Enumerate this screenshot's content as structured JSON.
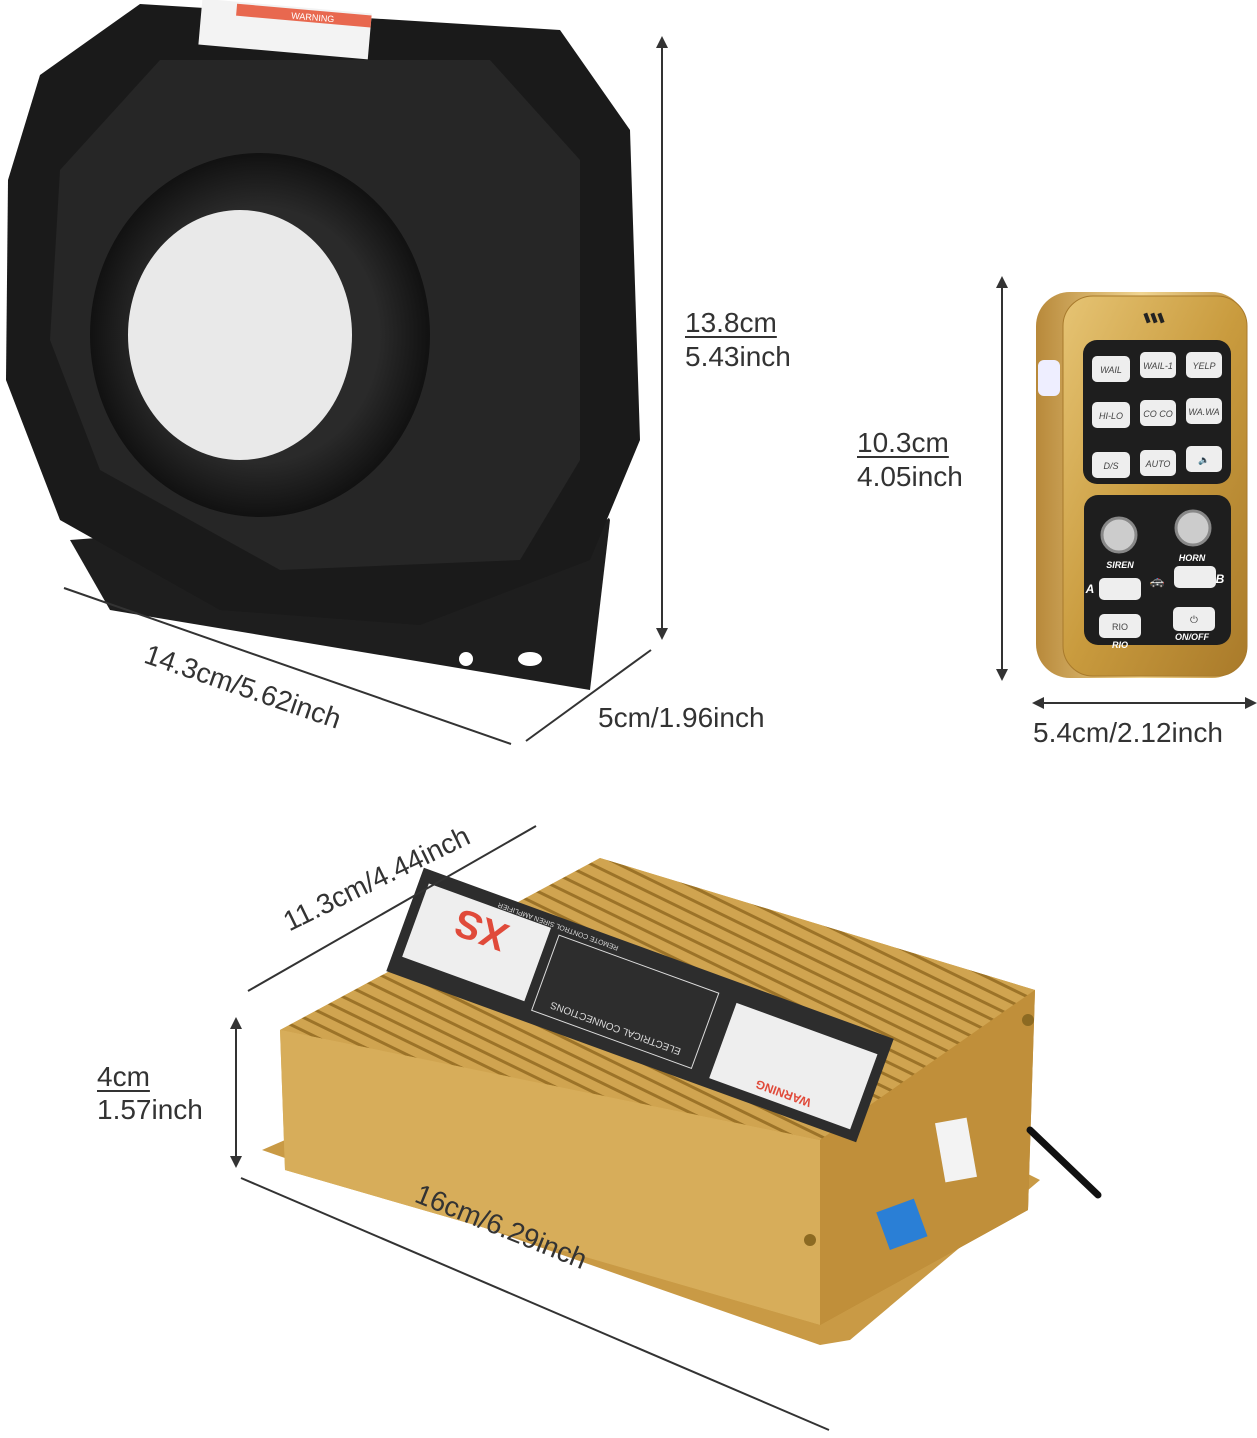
{
  "dimensions": {
    "siren_speaker": {
      "height_cm": "13.8cm",
      "height_inch": "5.43inch",
      "width": "14.3cm/5.62inch",
      "depth": "5cm/1.96inch"
    },
    "remote": {
      "height_cm": "10.3cm",
      "height_inch": "4.05inch",
      "width": "5.4cm/2.12inch"
    },
    "amplifier": {
      "depth": "11.3cm/4.44inch",
      "height_cm": "4cm",
      "height_inch": "1.57inch",
      "width": "16cm/6.29inch"
    }
  },
  "remote_buttons": {
    "row1": [
      "WAIL",
      "WAIL-1",
      "YELP"
    ],
    "row2": [
      "HI-LO",
      "CO CO",
      "WA.WA"
    ],
    "row3": [
      "D/S",
      "AUTO"
    ],
    "siren": "SIREN",
    "horn": "HORN",
    "a": "A",
    "b": "B",
    "rio_button": "RIO",
    "rio_label": "RIO",
    "onoff": "ON/OFF"
  },
  "amplifier_label": {
    "model": "XS",
    "subtitle": "REMOTE CONTROL SIREN AMPLIFIER",
    "diagram_title": "ELECTRICAL CONNECTIONS",
    "warning": "WARNING"
  },
  "speaker_label": {
    "warning": "WARNING"
  },
  "colors": {
    "gold": "#c9a24a",
    "black": "#1c1c1c",
    "warning_red": "#e04a3a"
  }
}
